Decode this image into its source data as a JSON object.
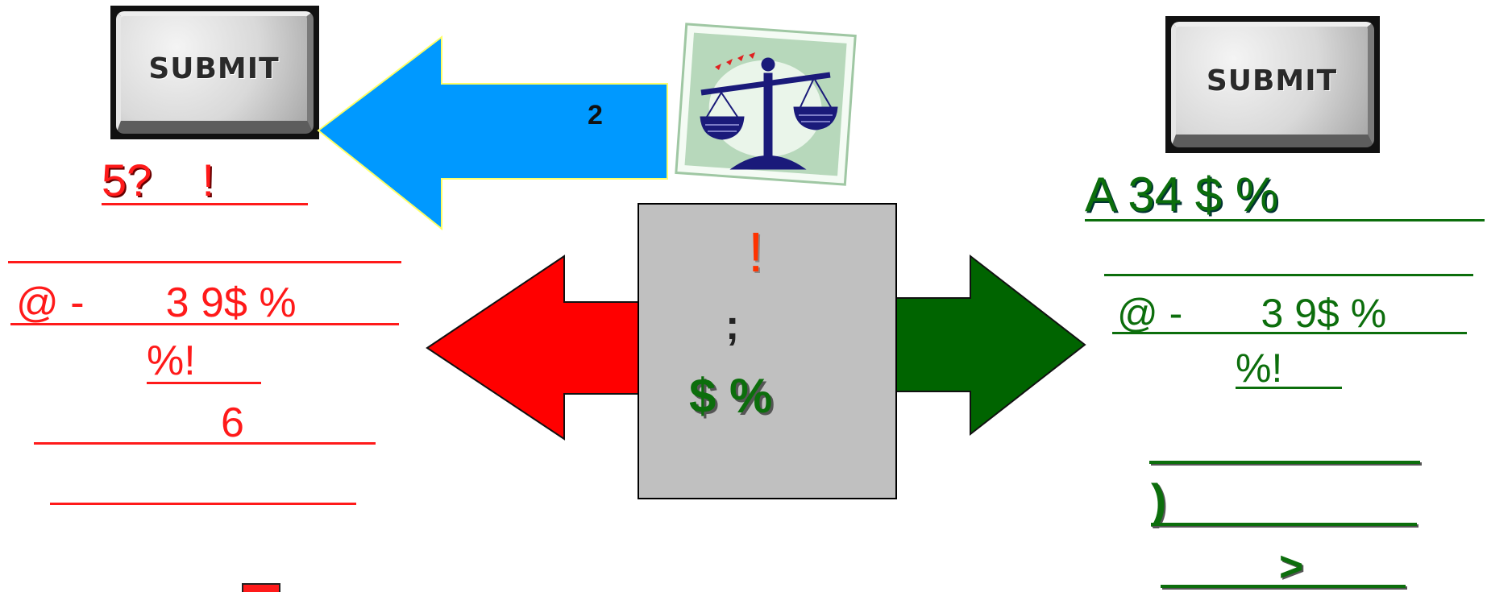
{
  "buttons": {
    "left_submit_label": "SUBMIT",
    "right_submit_label": "SUBMIT"
  },
  "arrow_top": {
    "label": "2",
    "color": "#0099ff"
  },
  "left_block": {
    "title": "5?    !",
    "line1": "@ -       3 9$ %",
    "line2": "%!",
    "line3": "6"
  },
  "center_panel": {
    "line1": "!",
    "line2": ";",
    "line3": "$ %"
  },
  "right_block": {
    "title": "A 34 $ %",
    "line1": "@ -       3 9$ %",
    "line2": "%!",
    "line3": ")",
    "line4": ">"
  },
  "colors": {
    "red": "#ff1a1a",
    "green": "#0c6e0c",
    "blue": "#0099ff",
    "panel_gray": "#c0c0c0",
    "scale_navy": "#1a1a7a"
  },
  "icons": [
    "balance-scale-icon",
    "left-arrow",
    "double-arrow"
  ]
}
